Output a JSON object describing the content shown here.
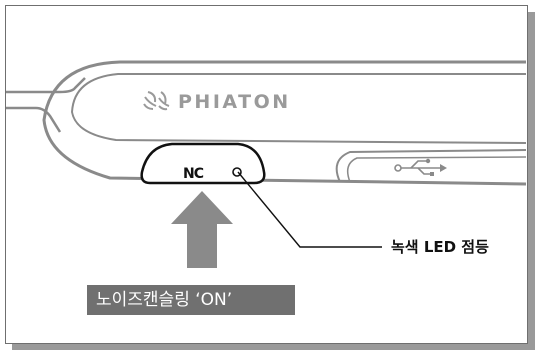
{
  "brand": "PHIATON",
  "nc_button_label": "NC",
  "led_callout": "녹색 LED 점등",
  "nc_status_caption": "노이즈캔슬링 ‘ON’",
  "icons": {
    "brand_logo": "phiaton-swirl-icon",
    "usb": "usb-icon",
    "arrow": "arrow-up-icon",
    "led": "led-icon"
  },
  "colors": {
    "device_outline": "#8a8a8a",
    "arrow_fill": "#8a8a8a",
    "caption_background": "#707070",
    "caption_text": "#ffffff"
  }
}
